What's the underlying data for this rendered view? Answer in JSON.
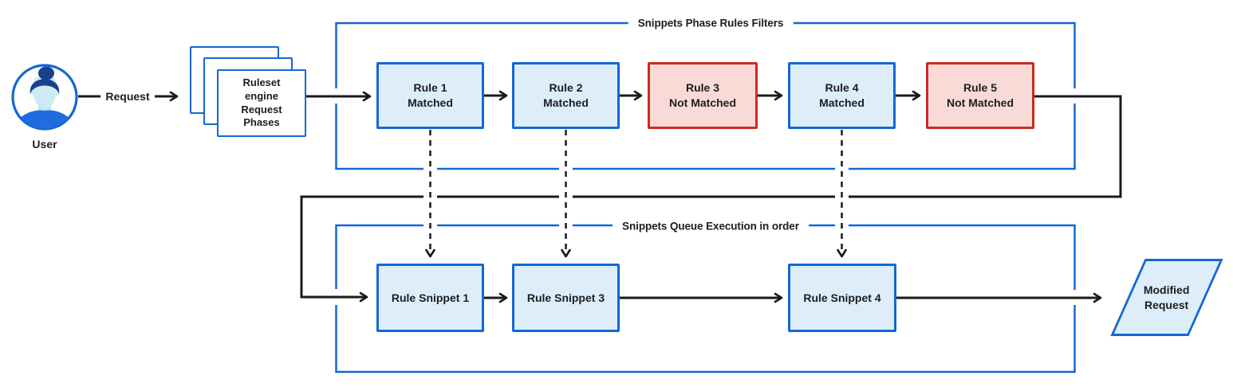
{
  "diagram": {
    "user": {
      "label": "User"
    },
    "request_label": "Request",
    "ruleset_stack": {
      "lines": [
        "Ruleset",
        "engine",
        "Request",
        "Phases"
      ]
    },
    "phase_filters": {
      "title": "Snippets Phase Rules Filters",
      "rules": [
        {
          "name": "Rule 1",
          "status": "Matched"
        },
        {
          "name": "Rule 2",
          "status": "Matched"
        },
        {
          "name": "Rule 3",
          "status": "Not Matched"
        },
        {
          "name": "Rule 4",
          "status": "Matched"
        },
        {
          "name": "Rule 5",
          "status": "Not Matched"
        }
      ]
    },
    "queue": {
      "title": "Snippets Queue Execution in order",
      "snippets": [
        {
          "label": "Rule Snippet 1"
        },
        {
          "label": "Rule Snippet 3"
        },
        {
          "label": "Rule Snippet 4"
        }
      ]
    },
    "output": {
      "lines": [
        "Modified",
        "Request"
      ]
    },
    "colors": {
      "blue_border": "#1268d3",
      "blue_fill": "#ddeefa",
      "red_border": "#cb2a23",
      "red_fill": "#f9dad7",
      "connector": "#1a1a1a",
      "avatar_hair": "#16418c",
      "avatar_shirt": "#1e6ce0",
      "avatar_face": "#cfeaf7"
    }
  }
}
